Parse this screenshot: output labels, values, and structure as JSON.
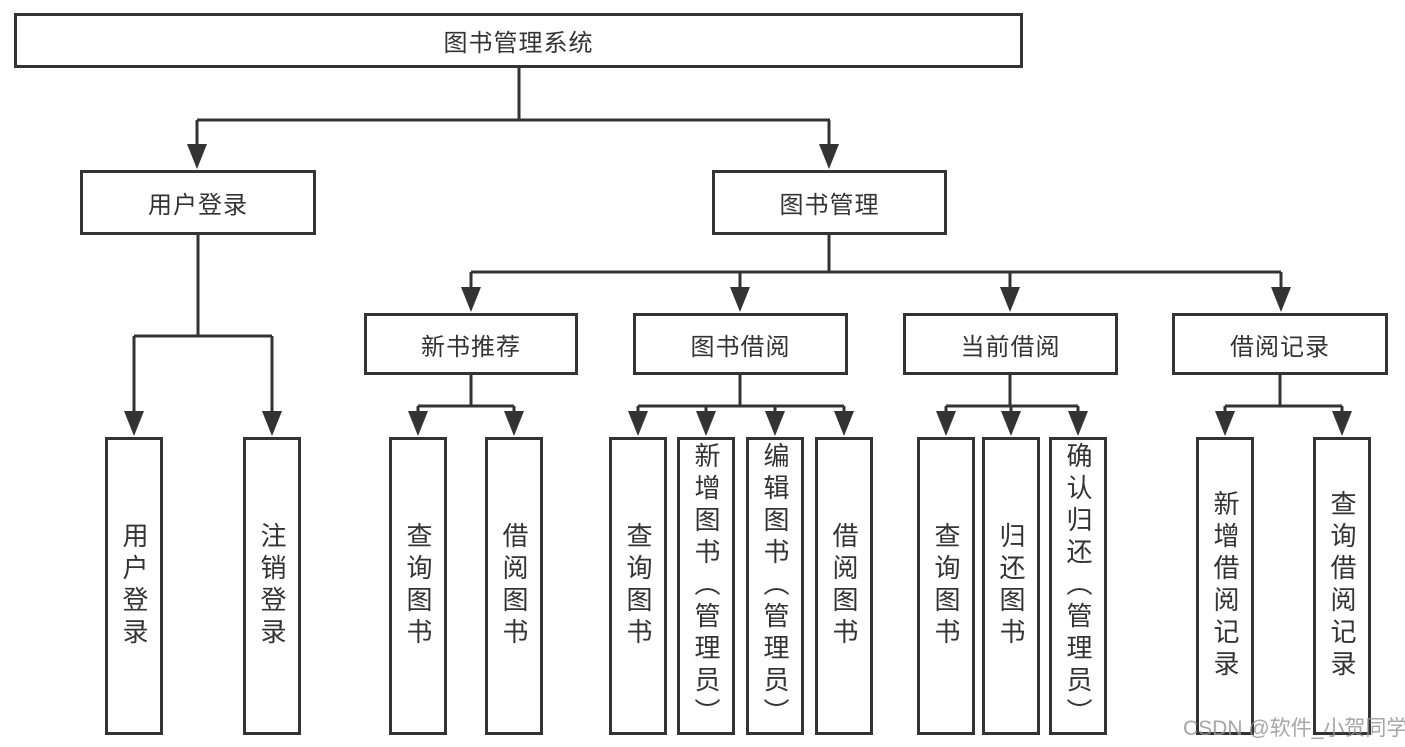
{
  "diagram": {
    "root": "图书管理系统",
    "level2": [
      "用户登录",
      "图书管理"
    ],
    "level3": [
      "新书推荐",
      "图书借阅",
      "当前借阅",
      "借阅记录"
    ],
    "leaves": [
      "用户登录",
      "注销登录",
      "查询图书",
      "借阅图书",
      "查询图书",
      "新增图书（管理员）",
      "编辑图书（管理员）",
      "借阅图书",
      "查询图书",
      "归还图书",
      "确认归还（管理员）",
      "新增借阅记录",
      "查询借阅记录"
    ]
  },
  "watermark": "CSDN @软件_小贺同学",
  "colors": {
    "line": "#333333",
    "text": "#333333",
    "background": "#ffffff",
    "watermark": "#969696"
  }
}
